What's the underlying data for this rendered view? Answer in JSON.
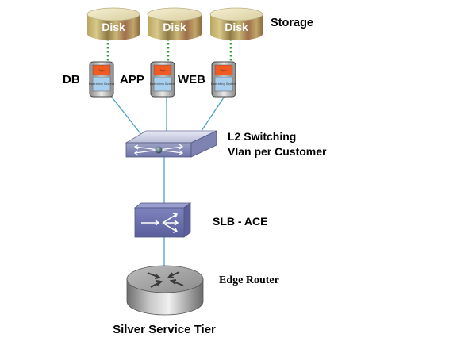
{
  "storage": {
    "label": "Storage",
    "disks": [
      {
        "label": "Disk"
      },
      {
        "label": "Disk"
      },
      {
        "label": "Disk"
      }
    ]
  },
  "servers": [
    {
      "name": "DB",
      "app_label": "App",
      "os_label": "Operating System"
    },
    {
      "name": "APP",
      "app_label": "App",
      "os_label": "Operating System"
    },
    {
      "name": "WEB",
      "app_label": "App",
      "os_label": "Operating System"
    }
  ],
  "switch": {
    "line1": "L2 Switching",
    "line2": "Vlan per Customer"
  },
  "load_balancer": {
    "label": "SLB - ACE"
  },
  "router": {
    "label": "Edge Router"
  },
  "caption": "Silver Service Tier",
  "colors": {
    "app_box": "#f05a23",
    "os_box": "#a9cfee",
    "link_line": "#4aa3c8",
    "storage_link": "#2e9c2e",
    "device_blue": "#6f73b2"
  }
}
